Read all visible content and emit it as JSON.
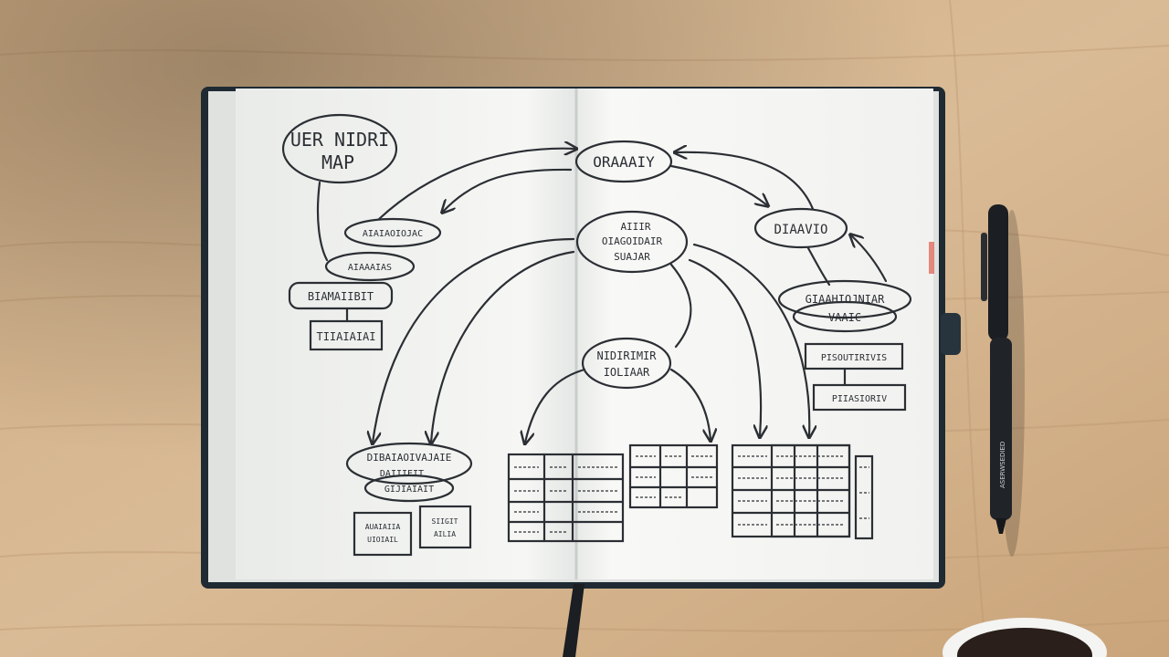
{
  "scene": {
    "description_subject": "notebook-mind-map-sketch",
    "colors": {
      "wood_light": "#d8b78f",
      "wood_dark": "#c29a72",
      "page": "#f4f5f3",
      "ink": "#2b2f34",
      "cover": "#1f2a33",
      "pen": "#1b1e22"
    }
  },
  "sketch": {
    "title_line1": "UER NIDRI",
    "title_line2": "MAP",
    "center_top": "ORAAAIY",
    "center_mid_line1": "AIIIR",
    "center_mid_line2": "OIAGOIDAIR",
    "center_mid_line3": "SUAJAR",
    "center_low_line1": "NIDIRIMIR",
    "center_low_line2": "IOLIAAR",
    "right_top": "DIAAVIO",
    "right_mid_line1": "GIAAHIOJNIAR",
    "right_mid_line2": "VAAIC",
    "right_box1": "PISOUTIRIVIS",
    "right_box2": "PIIASIORIV",
    "left_bubble1": "AIAIAOIOJAC",
    "left_bubble2": "AIAAAIAS",
    "left_box1": "BIAMAIIBIT",
    "left_box2": "TIIAIAIAI",
    "bottom_left_line1": "DIBAIAOIVAJAIE",
    "bottom_left_line2": "DAIIIEIT",
    "bottom_left_line3": "GIJIAIAIT",
    "bottom_left_box1_line1": "AUAIAIIA",
    "bottom_left_box1_line2": "UIOIAIL",
    "bottom_left_box2_line1": "SIIGIT",
    "bottom_left_box2_line2": "AILIA",
    "pen_brand": "ASERWSEDIED"
  }
}
